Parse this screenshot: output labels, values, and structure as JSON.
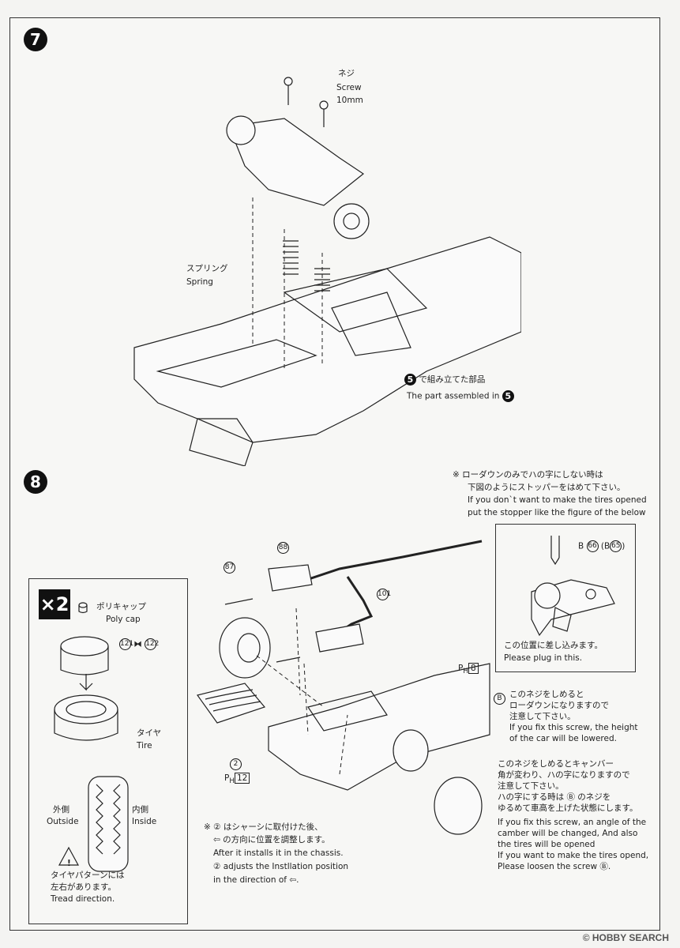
{
  "step7": {
    "number": "7",
    "screw_jp": "ネジ",
    "screw_en": "Screw",
    "screw_size": "10mm",
    "spring_jp": "スプリング",
    "spring_en": "Spring",
    "assembled_ref": "5",
    "assembled_jp": "で組み立てた部品",
    "assembled_en": "The part assembled in"
  },
  "step8": {
    "number": "8",
    "stopper_note": [
      "※ ローダウンのみでハの字にしない時は",
      "下図のようにストッパーをはめて下さい。",
      "If you don`t want to make the tires opened",
      "put the stopper like the figure of the below"
    ],
    "stopper_part": "B",
    "stopper_num1": "66",
    "stopper_alt_prefix": "(B",
    "stopper_num2": "65",
    "stopper_alt_suffix": ")",
    "plug_jp": "この位置に差し込みます。",
    "plug_en": "Please plug in this.",
    "part_87": "87",
    "part_88": "88",
    "part_101": "101",
    "part_2": "2",
    "ph_12": "12",
    "ph_8": "8",
    "ph_prefix": "P",
    "ph_sub": "H",
    "screwB_label": "B",
    "screwB_lines": [
      "このネジをしめると",
      "ローダウンになりますので",
      "注意して下さい。",
      "If you fix this screw, the height",
      "of the car will be lowered."
    ],
    "camber_lines": [
      "このネジをしめるとキャンバー",
      "角が変わり、ハの字になりますので",
      "注意して下さい。",
      "ハの字にする時は Ⓑ のネジを",
      "ゆるめて車高を上げた状態にします。",
      "If you fix this screw, an angle of the",
      "camber will be changed, And also",
      "the tires will be opened",
      "If you want to make the tires opend,",
      "Please loosen the screw Ⓑ."
    ],
    "chassis_note": [
      "※ ② はシャーシに取付けた後、",
      "⇦ の方向に位置を調整します。",
      "After it installs it in the chassis.",
      "② adjusts the Instllation position",
      "in the direction of ⇦."
    ]
  },
  "inset_x2": {
    "count": "×2",
    "polycap_jp": "ポリキャップ",
    "polycap_en": "Poly cap",
    "part_121": "121",
    "part_122": "122",
    "tire_jp": "タイヤ",
    "tire_en": "Tire",
    "outside_jp": "外側",
    "outside_en": "Outside",
    "inside_jp": "内側",
    "inside_en": "Inside",
    "tread_jp1": "タイヤパターンには",
    "tread_jp2": "左右があります。",
    "tread_en": "Tread direction."
  },
  "watermark": "HOBBY SEARCH",
  "watermark_mark": "©"
}
